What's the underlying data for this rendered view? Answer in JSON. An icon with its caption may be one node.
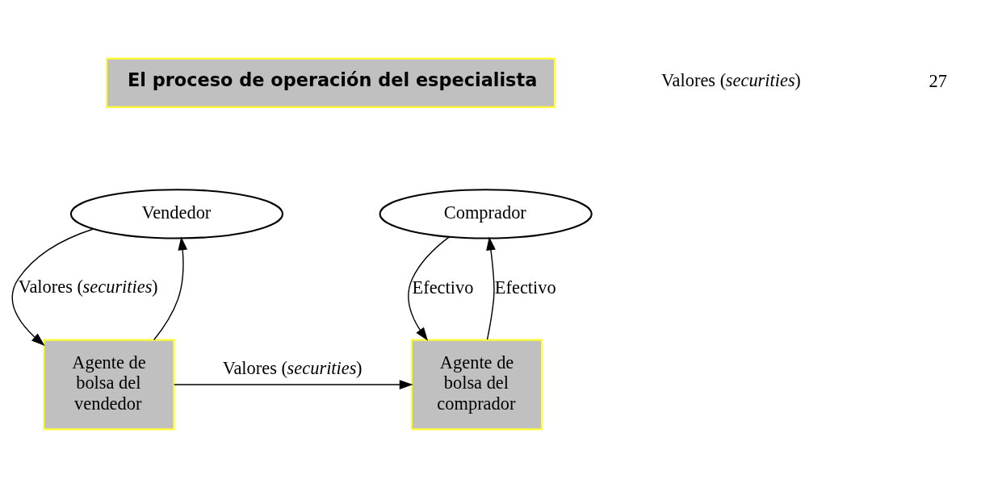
{
  "diagram": {
    "nodes": [
      {
        "text": [
          "El proceso de operación del especialista"
        ]
      },
      {
        "text": [
          "Comprador"
        ]
      },
      {
        "text": [
          "Vendedor"
        ]
      },
      {
        "text": [
          "Agente de bolsa del comprador"
        ]
      },
      {
        "text": [
          "Agente de bolsa del vendedor"
        ]
      }
    ],
    "edges": [
      {
        "from": 1,
        "to": 3,
        "arrow": "to",
        "label": "Efectivo"
      },
      {
        "from": 3,
        "to": 1,
        "arrow": "to",
        "label": "Efectivo"
      },
      {
        "from": 2,
        "to": 4,
        "arrow": "to",
        "label": "Valores (*securities*)"
      },
      {
        "from": 4,
        "to": 2,
        "arrow": "to"
      },
      {
        "from": 4,
        "to": 3,
        "arrow": "to",
        "label": "Valores (*securities*)"
      }
    ],
    "labels": [
      "Valores (*securities*)",
      "27"
    ]
  }
}
